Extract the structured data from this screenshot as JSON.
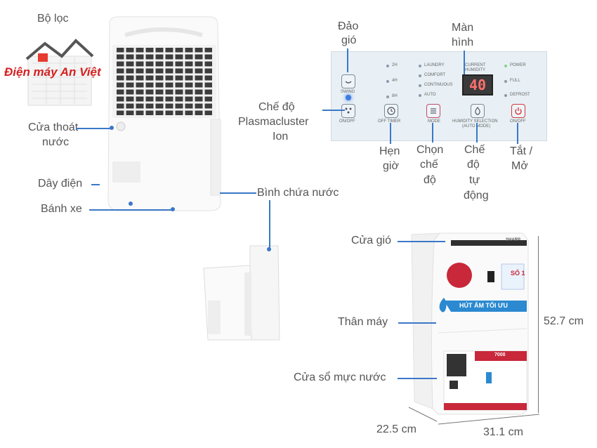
{
  "brand": {
    "logo_text": "Điện máy",
    "logo_accent": "An Việt"
  },
  "labels": {
    "filter": "Bộ lọc",
    "drain_l1": "Cửa thoát",
    "drain_l2": "nước",
    "cord": "Dây điện",
    "wheels": "Bánh xe",
    "tank": "Bình chứa nước",
    "swing_l1": "Đảo",
    "swing_l2": "gió",
    "screen_l1": "Màn",
    "screen_l2": "hình",
    "plasma_l1": "Chế độ",
    "plasma_l2": "Plasmacluster",
    "plasma_l3": "Ion",
    "timer_l1": "Hẹn",
    "timer_l2": "giờ",
    "mode_l1": "Chọn",
    "mode_l2": "chế",
    "mode_l3": "độ",
    "auto_l1": "Chế",
    "auto_l2": "độ",
    "auto_l3": "tự",
    "auto_l4": "động",
    "power_l1": "Tắt /",
    "power_l2": "Mở",
    "vent": "Cửa gió",
    "body": "Thân máy",
    "window": "Cửa sổ mực nước",
    "height": "52.7 cm",
    "depth": "22.5 cm",
    "width": "31.1 cm"
  },
  "panel": {
    "swing": "SWING",
    "onoff_left": "ON/OFF",
    "timer": "OFF TIMER",
    "mode": "MODE",
    "humidity": "HUMIDITY SELECTION",
    "auto_mode": "(AUTO MODE)",
    "onoff_right": "ON/OFF",
    "t2": "2H",
    "t4": "4H",
    "t8": "8H",
    "laundry": "LAUNDRY",
    "comfort": "COMFORT",
    "continuous": "CONTINUOUS",
    "auto": "AUTO",
    "current": "CURRENT",
    "humidity_lbl": "HUMIDITY",
    "display": "40",
    "power": "POWER",
    "full": "FULL",
    "defrost": "DEFROST"
  },
  "front": {
    "sharp": "SHARP",
    "banner": "HÚT ẨM TỐI ƯU",
    "so1": "SỐ 1",
    "pci": "7000"
  }
}
